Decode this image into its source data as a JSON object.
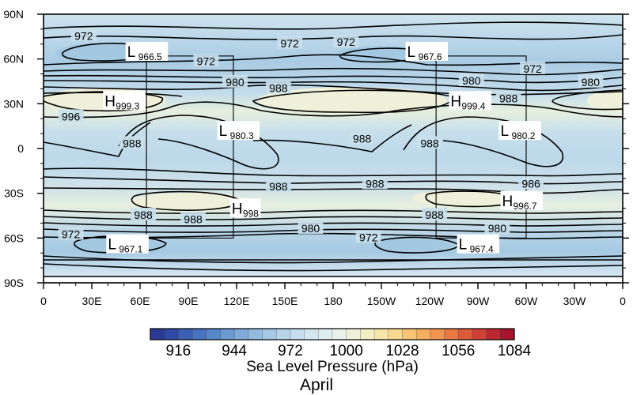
{
  "chart_data": {
    "type": "heatmap",
    "title": "April",
    "xlabel": "",
    "ylabel": "",
    "xlim": [
      0,
      360
    ],
    "ylim": [
      -90,
      90
    ],
    "x_ticks": [
      {
        "value": 0,
        "label": "0"
      },
      {
        "value": 30,
        "label": "30E"
      },
      {
        "value": 60,
        "label": "60E"
      },
      {
        "value": 90,
        "label": "90E"
      },
      {
        "value": 120,
        "label": "120E"
      },
      {
        "value": 150,
        "label": "150E"
      },
      {
        "value": 180,
        "label": "180"
      },
      {
        "value": 210,
        "label": "150W"
      },
      {
        "value": 240,
        "label": "120W"
      },
      {
        "value": 270,
        "label": "90W"
      },
      {
        "value": 300,
        "label": "60W"
      },
      {
        "value": 330,
        "label": "30W"
      },
      {
        "value": 360,
        "label": "0"
      }
    ],
    "y_ticks": [
      {
        "value": 90,
        "label": "90N"
      },
      {
        "value": 60,
        "label": "60N"
      },
      {
        "value": 30,
        "label": "30N"
      },
      {
        "value": 0,
        "label": "0"
      },
      {
        "value": -30,
        "label": "30S"
      },
      {
        "value": -60,
        "label": "60S"
      },
      {
        "value": -90,
        "label": "90S"
      }
    ],
    "colorbar": {
      "title": "Sea Level Pressure (hPa)",
      "min": 902,
      "step": 7,
      "colors": [
        "#2b3a97",
        "#2f4aa6",
        "#3a5fb4",
        "#4674c0",
        "#5687c9",
        "#6a9ad2",
        "#7faad9",
        "#93badf",
        "#a6c8e4",
        "#b7d4e9",
        "#c6deed",
        "#d3e7f0",
        "#dfeef1",
        "#e8f1ea",
        "#eef0d9",
        "#f3edc4",
        "#f6e4a9",
        "#f8d78e",
        "#f7c475",
        "#f5ae60",
        "#f0944f",
        "#e87843",
        "#dd5b3a",
        "#cf4035",
        "#bd2730",
        "#a8142c"
      ],
      "labels": [
        {
          "value": 916,
          "label": "916"
        },
        {
          "value": 944,
          "label": "944"
        },
        {
          "value": 972,
          "label": "972"
        },
        {
          "value": 1000,
          "label": "1000"
        },
        {
          "value": 1028,
          "label": "1028"
        },
        {
          "value": 1056,
          "label": "1056"
        },
        {
          "value": 1084,
          "label": "1084"
        }
      ]
    },
    "pressure_systems": [
      {
        "type": "L",
        "value": "966.5",
        "lon": 52,
        "lat": 63
      },
      {
        "type": "L",
        "value": "967.6",
        "lon": 226,
        "lat": 63
      },
      {
        "type": "H",
        "value": "999.3",
        "lon": 38,
        "lat": 30
      },
      {
        "type": "H",
        "value": "999.4",
        "lon": 253,
        "lat": 30
      },
      {
        "type": "L",
        "value": "980.3",
        "lon": 109,
        "lat": 10
      },
      {
        "type": "L",
        "value": "980.2",
        "lon": 284,
        "lat": 10
      },
      {
        "type": "H",
        "value": "998",
        "lon": 117,
        "lat": -42
      },
      {
        "type": "H",
        "value": "996.7",
        "lon": 285,
        "lat": -37
      },
      {
        "type": "L",
        "value": "967.1",
        "lon": 40,
        "lat": -66
      },
      {
        "type": "L",
        "value": "967.4",
        "lon": 258,
        "lat": -66
      }
    ],
    "contour_labels": [
      {
        "text": "972",
        "lon": 25,
        "lat": 75
      },
      {
        "text": "972",
        "lon": 153,
        "lat": 70
      },
      {
        "text": "972",
        "lon": 188,
        "lat": 71
      },
      {
        "text": "972",
        "lon": 101,
        "lat": 58
      },
      {
        "text": "972",
        "lon": 304,
        "lat": 53
      },
      {
        "text": "980",
        "lon": 119,
        "lat": 44
      },
      {
        "text": "988",
        "lon": 146,
        "lat": 40
      },
      {
        "text": "980",
        "lon": 266,
        "lat": 45
      },
      {
        "text": "988",
        "lon": 289,
        "lat": 33
      },
      {
        "text": "980",
        "lon": 340,
        "lat": 44
      },
      {
        "text": "996",
        "lon": 17,
        "lat": 21
      },
      {
        "text": "988",
        "lon": 55,
        "lat": 3
      },
      {
        "text": "988",
        "lon": 198,
        "lat": 6
      },
      {
        "text": "988",
        "lon": 240,
        "lat": 3
      },
      {
        "text": "988",
        "lon": 146,
        "lat": -26
      },
      {
        "text": "988",
        "lon": 206,
        "lat": -24
      },
      {
        "text": "986",
        "lon": 303,
        "lat": -24
      },
      {
        "text": "988",
        "lon": 62,
        "lat": -45
      },
      {
        "text": "988",
        "lon": 93,
        "lat": -48
      },
      {
        "text": "988",
        "lon": 243,
        "lat": -45
      },
      {
        "text": "980",
        "lon": 166,
        "lat": -54
      },
      {
        "text": "980",
        "lon": 282,
        "lat": -54
      },
      {
        "text": "972",
        "lon": 17,
        "lat": -58
      },
      {
        "text": "972",
        "lon": 202,
        "lat": -60
      }
    ],
    "regions": [
      {
        "lon_min": 64,
        "lon_max": 118,
        "lat_min": -60,
        "lat_max": 62
      },
      {
        "lon_min": 244,
        "lon_max": 300,
        "lat_min": -60,
        "lat_max": 62
      }
    ],
    "grid": false
  }
}
